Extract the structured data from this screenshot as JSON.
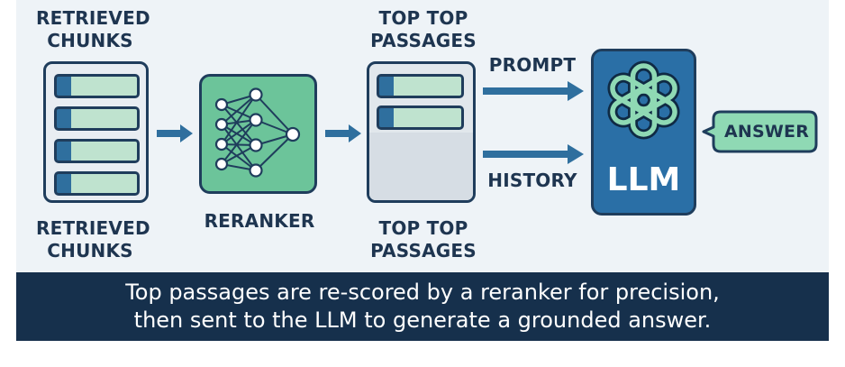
{
  "labels": {
    "retrieved_top": [
      "RETRIEVED",
      "CHUNKS"
    ],
    "retrieved_bottom": [
      "RETRIEVED",
      "CHUNKS"
    ],
    "reranker": "RERANKER",
    "top_passages_top": [
      "TOP TOP",
      "PASSAGES"
    ],
    "top_passages_bottom": [
      "TOP TOP",
      "PASSAGES"
    ],
    "prompt": "PROMPT",
    "history": "HISTORY",
    "llm": "LLM",
    "answer": "ANSWER"
  },
  "caption": {
    "line1": "Top passages are re-scored by a reranker for precision,",
    "line2": "then sent to the LLM to generate a grounded answer."
  },
  "colors": {
    "navy": "#16304c",
    "outline": "#1f3d5c",
    "llm_blue": "#2a6fa6",
    "mint": "#bfe3cf",
    "green": "#6cc49a",
    "arrow": "#2f6f9e"
  },
  "icons": {
    "reranker": "neural-network-icon",
    "llm": "openai-logo-icon"
  }
}
